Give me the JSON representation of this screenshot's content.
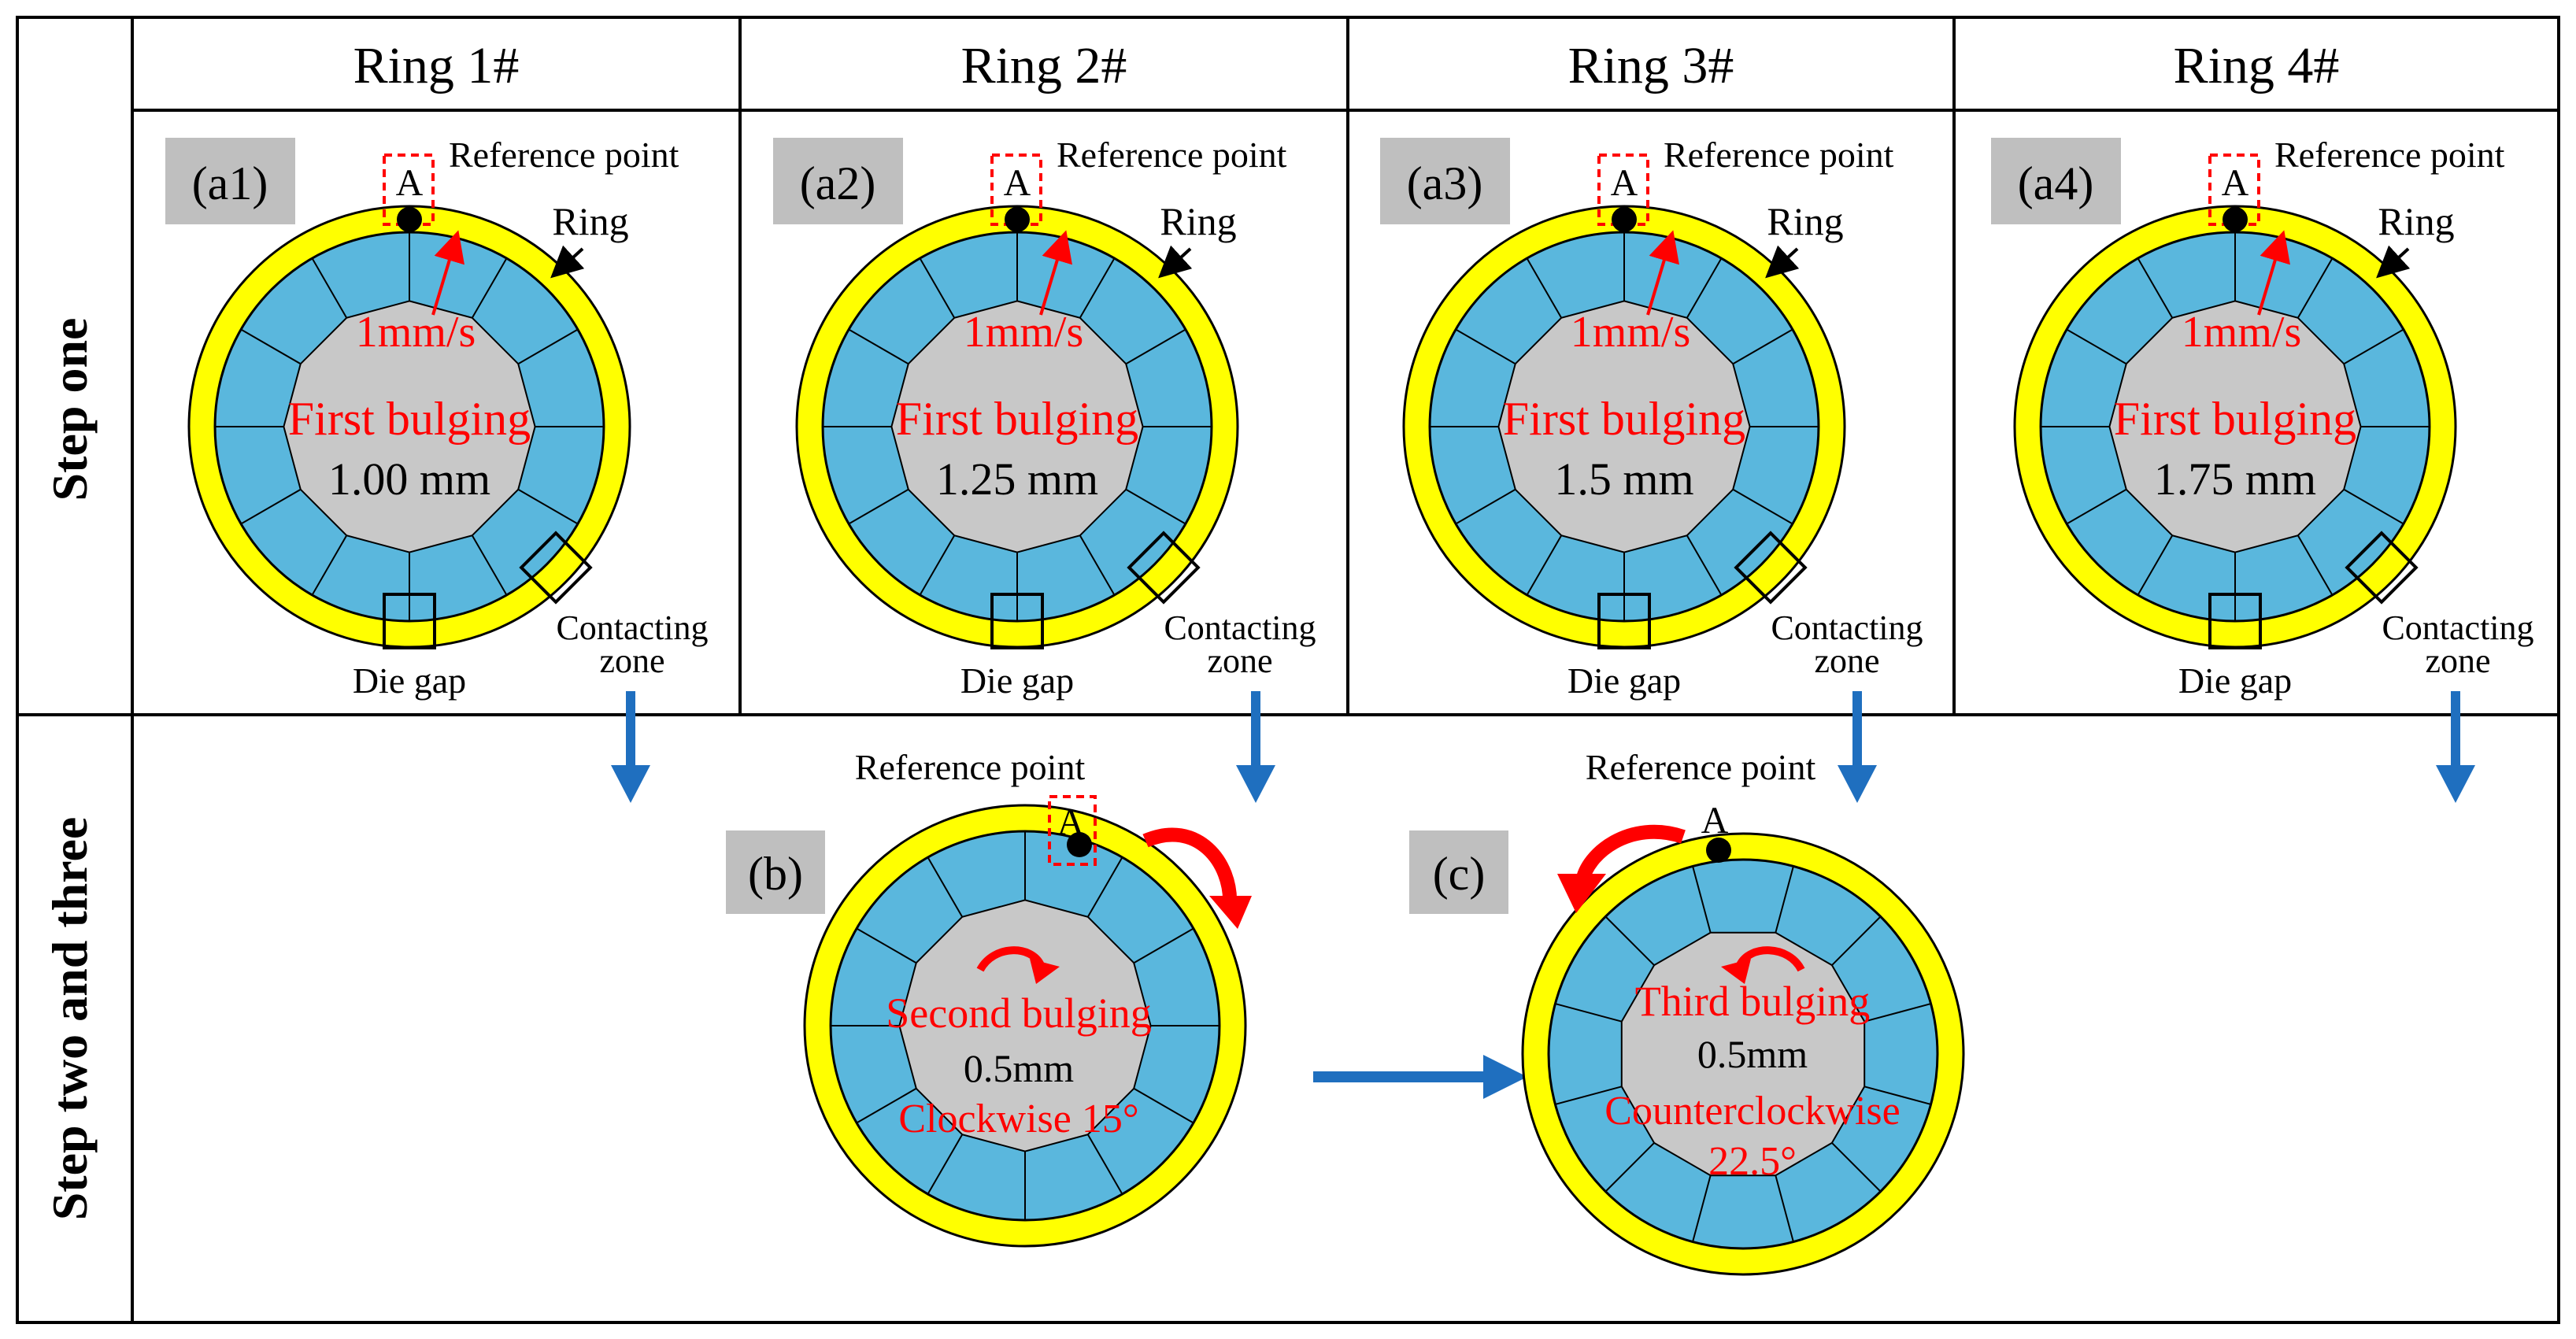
{
  "table": {
    "row_headers": [
      "Step one",
      "Step two and three"
    ],
    "column_headers": [
      "Ring 1#",
      "Ring 2#",
      "Ring 3#",
      "Ring 4#"
    ]
  },
  "step_one_panels": [
    {
      "tag": "(a1)",
      "thickness": "1.00 mm"
    },
    {
      "tag": "(a2)",
      "thickness": "1.25 mm"
    },
    {
      "tag": "(a3)",
      "thickness": "1.5 mm"
    },
    {
      "tag": "(a4)",
      "thickness": "1.75 mm"
    }
  ],
  "common_labels": {
    "reference_point": "Reference point",
    "point_a": "A",
    "ring": "Ring",
    "speed": "1mm/s",
    "first_bulging": "First bulging",
    "contacting_zone_line1": "Contacting",
    "contacting_zone_line2": "zone",
    "die_gap": "Die gap"
  },
  "panel_b": {
    "tag": "(b)",
    "reference_point": "Reference point",
    "point_a": "A",
    "stage": "Second bulging",
    "amount": "0.5mm",
    "rotation": "Clockwise 15°"
  },
  "panel_c": {
    "tag": "(c)",
    "reference_point": "Reference point",
    "point_a": "A",
    "stage": "Third bulging",
    "amount": "0.5mm",
    "rotation_line1": "Counterclockwise",
    "rotation_line2": "22.5°"
  },
  "colors": {
    "ring": "#ffff00",
    "die": "#5ab7dd",
    "core": "#c8c8c8",
    "annotation": "#ff0000",
    "flow_arrow": "#1f6fbf",
    "tag_background": "#bfbfbf"
  }
}
